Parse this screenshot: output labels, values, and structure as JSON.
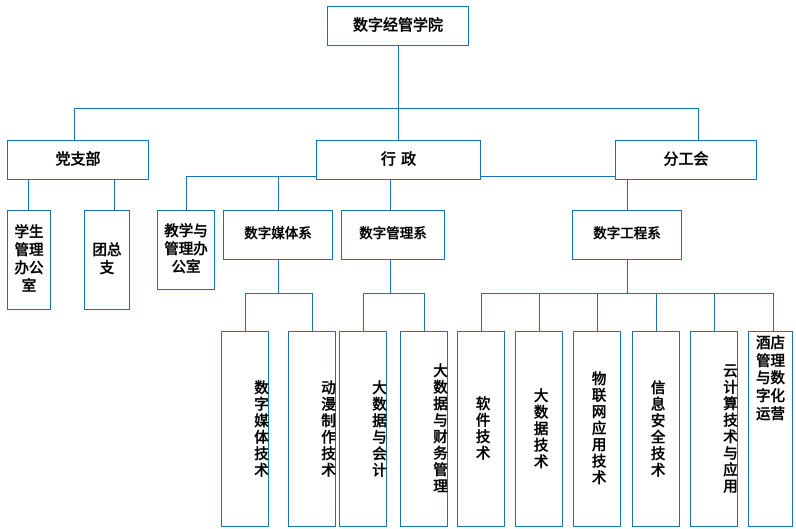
{
  "diagram": {
    "title_node": "数字经管学院",
    "type": "organization-chart",
    "accent_color": "#1874b8",
    "background": "#ffffff",
    "levels": {
      "level1": [
        "数字经管学院"
      ],
      "level2": [
        "党支部",
        "行 政",
        "分工会"
      ],
      "level3": [
        "学生管理办公室",
        "团总支",
        "教学与管理办公室",
        "数字媒体系",
        "数字管理系",
        "数字工程系"
      ],
      "level4": [
        "数字媒体技术",
        "动漫制作技术",
        "大数据与会计",
        "大数据与财务管理",
        "软件技术",
        "大数据技术",
        "物联网应用技术",
        "信息安全技术",
        "云计算技术与应用",
        "酒店管理与数字化运营"
      ]
    },
    "nodes": {
      "root": "数字经管学院",
      "party_branch": "党支部",
      "administration": "行 政",
      "union_branch": "分工会",
      "student_affairs_office": "学生管理办公室",
      "youth_league_branch": "团总支",
      "teaching_management_office": "教学与管理办公室",
      "digital_media_dept": "数字媒体系",
      "digital_management_dept": "数字管理系",
      "digital_engineering_dept": "数字工程系",
      "major_digital_media_tech": "数字媒体技术",
      "major_animation_production": "动漫制作技术",
      "major_bigdata_accounting": "大数据与会计",
      "major_bigdata_finance": "大数据与财务管理",
      "major_software_tech": "软件技术",
      "major_bigdata_tech": "大数据技术",
      "major_iot_application": "物联网应用技术",
      "major_info_security": "信息安全技术",
      "major_cloud_computing": "云计算技术与应用",
      "major_hotel_digital_ops": "酒店管理与数字化运营"
    }
  }
}
